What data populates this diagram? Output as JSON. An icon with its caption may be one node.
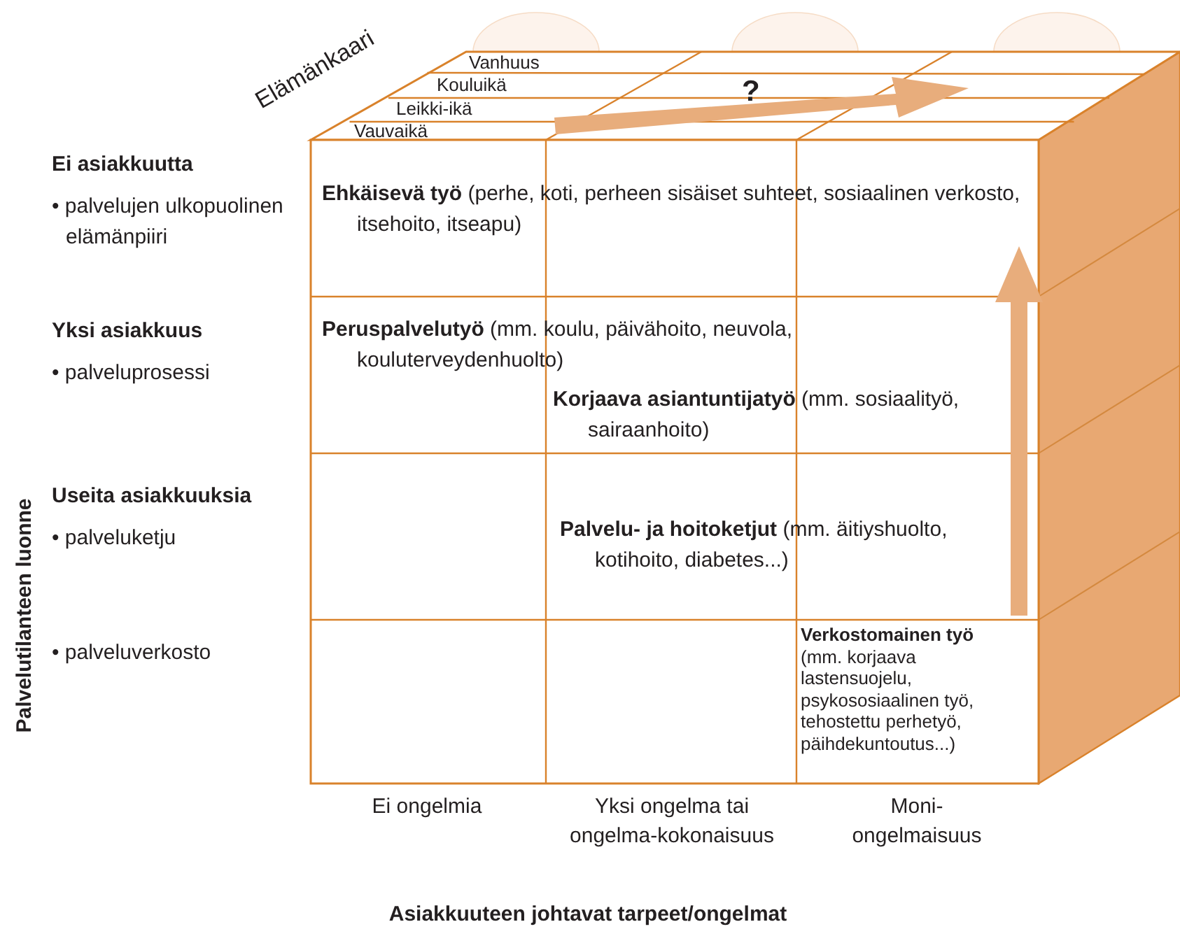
{
  "diagram": {
    "labels": [
      "Elämänkaari",
      "Vanhuus",
      "Kouluikä",
      "Leikki-ikä",
      "Vauvaikä",
      "?",
      "Ei asiakkuutta",
      "• palvelujen ulkopuolinen elämänpiiri",
      "**Ehkäisevä työ** (perhe, koti, perheen sisäiset suhteet, sosiaalinen verkosto, itsehoito, itseapu)",
      "Yksi asiakkuus",
      "• palveluprosessi",
      "**Peruspalvelutyö** (mm. koulu, päivähoito, neuvola, kouluterveydenhuolto)",
      "**Korjaava asiantuntijatyö** (mm. sosiaalityö, sairaanhoito)",
      "Useita asiakkuuksia",
      "• palveluketju",
      "**Palvelu- ja hoitoketjut** (mm. äitiyshuolto, kotihoito, diabetes...)",
      "• palveluverkosto",
      "**Verkostomainen työ** (mm. korjaava lastensuojelu, psykososiaalinen työ, tehostettu perhetyö, päihdekuntoutus...)",
      "Palvelutilanteen luonne",
      "Ei ongelmia",
      "Yksi ongelma tai ongelma-kokonaisuus",
      "Moni-ongelmaisuus",
      "Asiakkuuteen johtavat tarpeet/ongelmat"
    ]
  }
}
